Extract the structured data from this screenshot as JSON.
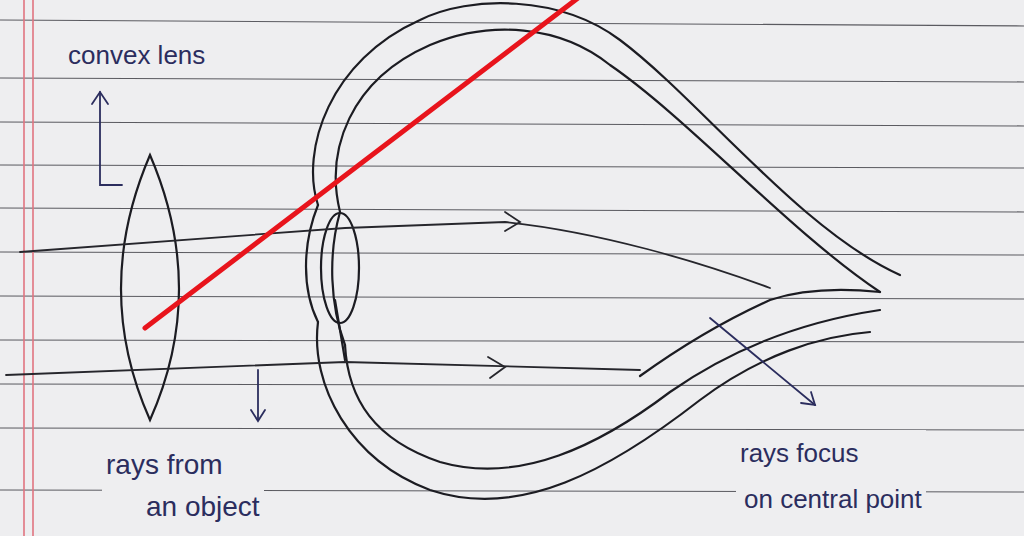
{
  "diagram": {
    "labels": [
      "convex lens",
      "rays from an object",
      "rays focus on central point"
    ]
  }
}
